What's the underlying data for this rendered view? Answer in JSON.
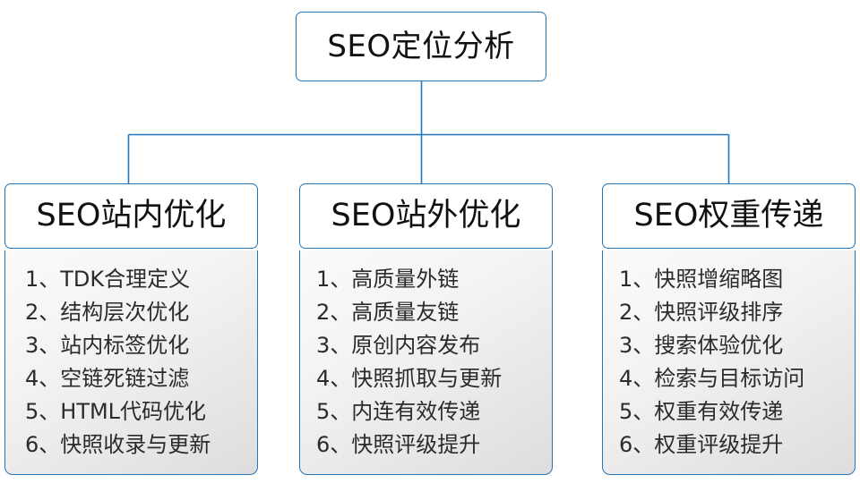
{
  "diagram": {
    "type": "org-tree",
    "root": {
      "label": "SEO定位分析"
    },
    "branches": [
      {
        "header": "SEO站内优化",
        "items": [
          "1、TDK合理定义",
          "2、结构层次优化",
          "3、站内标签优化",
          "4、空链死链过滤",
          "5、HTML代码优化",
          "6、快照收录与更新"
        ]
      },
      {
        "header": "SEO站外优化",
        "items": [
          "1、高质量外链",
          "2、高质量友链",
          "3、原创内容发布",
          "4、快照抓取与更新",
          "5、内连有效传递",
          "6、快照评级提升"
        ]
      },
      {
        "header": "SEO权重传递",
        "items": [
          "1、快照增缩略图",
          "2、快照评级排序",
          "3、搜索体验优化",
          "4、检索与目标访问",
          "5、权重有效传递",
          "6、权重评级提升"
        ]
      }
    ],
    "colors": {
      "border": "#2176bd",
      "connector": "#1f77bd",
      "header_bg": "#ffffff",
      "body_bg_top": "#fbfbfb",
      "body_bg_bottom": "#dddddd",
      "text": "#111111",
      "item_text": "#2b2b2b",
      "page_bg": "#ffffff"
    }
  }
}
